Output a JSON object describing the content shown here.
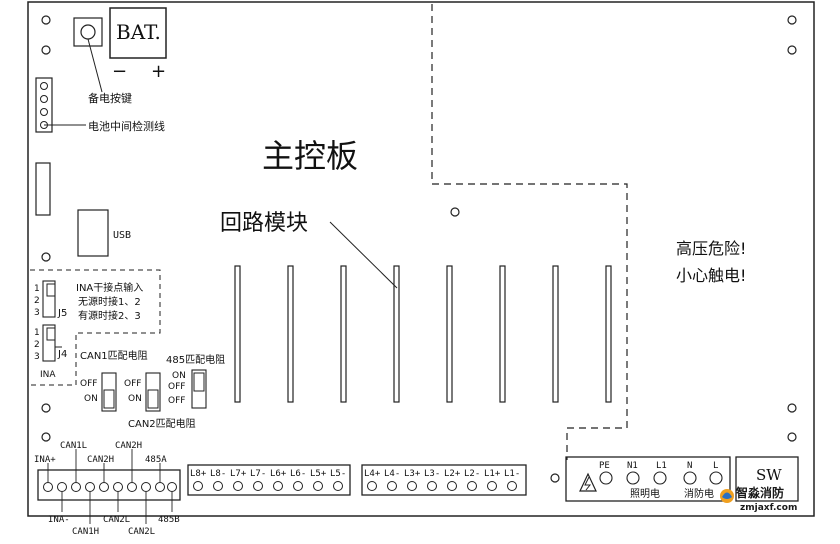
{
  "board_title": "主控板",
  "loop_module_label": "回路模块",
  "warning": [
    "高压危险!",
    "小心触电!"
  ],
  "battery": {
    "label": "BAT.",
    "minus": "−",
    "plus": "+"
  },
  "backup_key_label": "备电按键",
  "battery_mid_label": "电池中间检测线",
  "usb_label": "USB",
  "ina_box": {
    "title": "INA干接点输入",
    "line1": "无源时接1、2",
    "line2": "有源时接2、3",
    "j5": "J5",
    "j4": "J4",
    "ina": "INA",
    "pins": [
      "1",
      "2",
      "3"
    ]
  },
  "jumpers": {
    "can1": "CAN1匹配电阻",
    "can2": "CAN2匹配电阻",
    "r485": "485匹配电阻",
    "off": "OFF",
    "on": "ON"
  },
  "left_terminal_labels": {
    "top": [
      "INA+",
      "CAN1L",
      "CAN2H",
      "CAN2H",
      "485A"
    ],
    "bottom": [
      "INA-",
      "CAN1H",
      "CAN2L",
      "CAN2L",
      "485B"
    ]
  },
  "loop_terminals_1": [
    "L8+",
    "L8-",
    "L7+",
    "L7-",
    "L6+",
    "L6-",
    "L5+",
    "L5-"
  ],
  "loop_terminals_2": [
    "L4+",
    "L4-",
    "L3+",
    "L3-",
    "L2+",
    "L2-",
    "L1+",
    "L1-"
  ],
  "power_terminals": {
    "labels": [
      "PE",
      "N1",
      "L1",
      "N",
      "L"
    ],
    "lighting": "照明电",
    "fire": "消防电"
  },
  "sw_label": "SW",
  "watermark": {
    "name": "智淼消防",
    "url": "zmjaxf.com"
  }
}
